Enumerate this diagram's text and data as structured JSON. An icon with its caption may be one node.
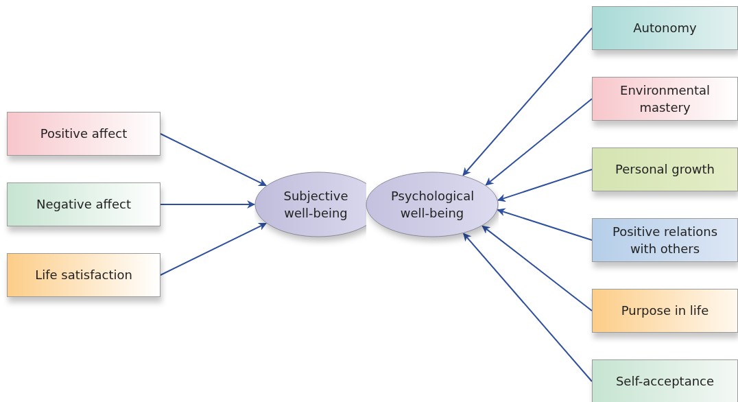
{
  "diagram": {
    "nodes": [
      {
        "text": [
          "Positive affect"
        ]
      },
      {
        "text": [
          "Negative affect"
        ]
      },
      {
        "text": [
          "Life satisfaction"
        ]
      },
      {
        "text": [
          "Subjective well-being"
        ]
      },
      {
        "text": [
          "Psychological well-being"
        ]
      },
      {
        "text": [
          "Autonomy"
        ]
      },
      {
        "text": [
          "Environmental mastery"
        ]
      },
      {
        "text": [
          "Personal growth"
        ]
      },
      {
        "text": [
          "Positive relations with others"
        ]
      },
      {
        "text": [
          "Purpose in life"
        ]
      },
      {
        "text": [
          "Self-acceptance"
        ]
      }
    ],
    "edges": [
      {
        "from": 0,
        "to": 3,
        "arrow": "to"
      },
      {
        "from": 1,
        "to": 3,
        "arrow": "to"
      },
      {
        "from": 2,
        "to": 3,
        "arrow": "to"
      },
      {
        "from": 5,
        "to": 4,
        "arrow": "to"
      },
      {
        "from": 6,
        "to": 4,
        "arrow": "to"
      },
      {
        "from": 7,
        "to": 4,
        "arrow": "to"
      },
      {
        "from": 8,
        "to": 4,
        "arrow": "to"
      },
      {
        "from": 9,
        "to": 4,
        "arrow": "to"
      },
      {
        "from": 10,
        "to": 4,
        "arrow": "to"
      }
    ]
  }
}
